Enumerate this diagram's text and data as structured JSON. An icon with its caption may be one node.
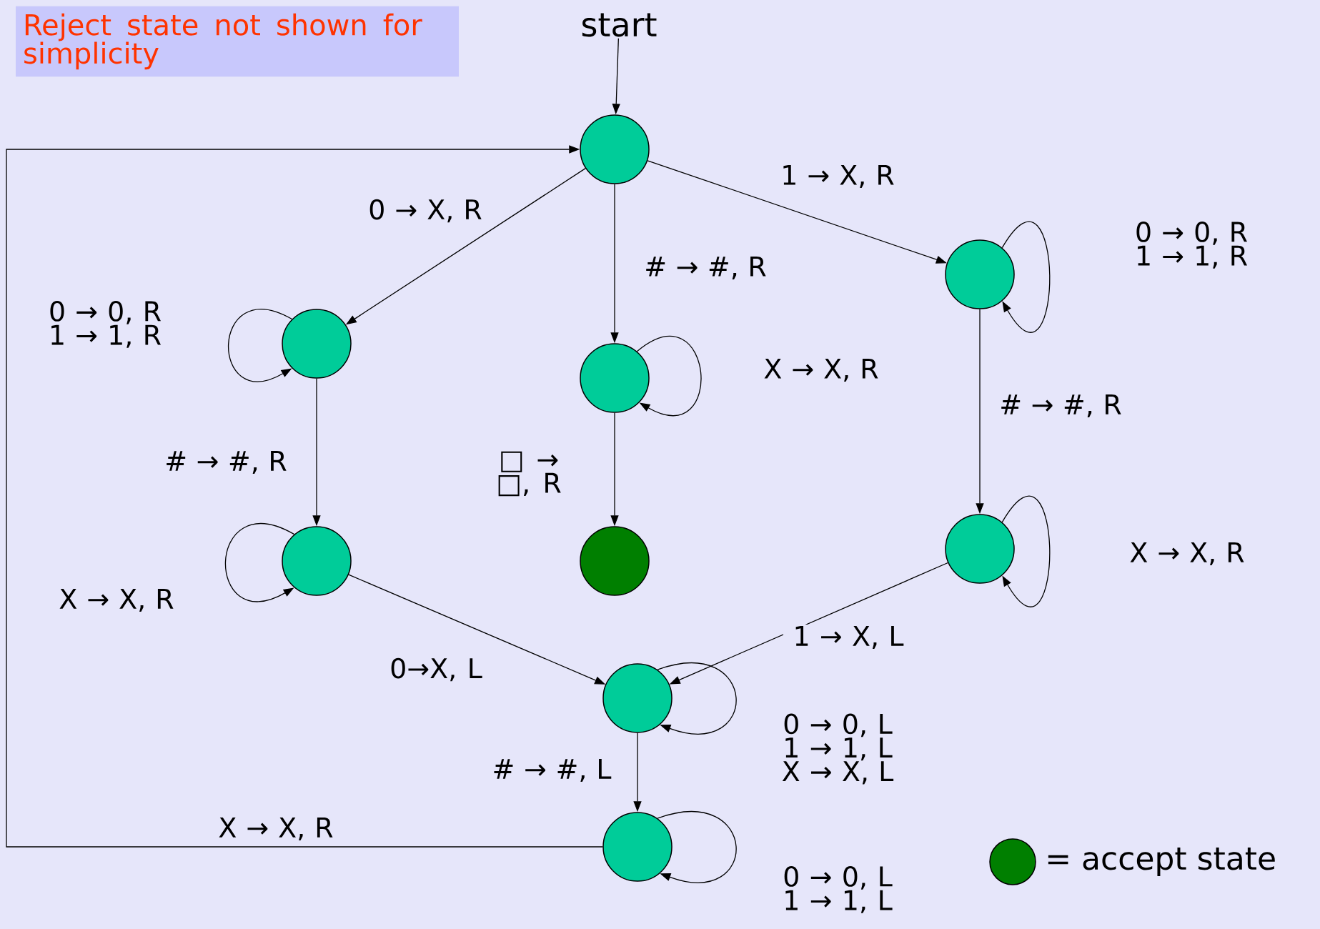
{
  "diagram": {
    "nodes": [
      {
        "text": [
          "Reject state not shown for simplicity"
        ]
      },
      {
        "text": [
          "start"
        ]
      },
      {
        "text": [],
        "shape": "circle"
      },
      {
        "text": [],
        "shape": "circle"
      },
      {
        "text": [],
        "shape": "circle"
      },
      {
        "text": [],
        "shape": "circle"
      },
      {
        "text": [],
        "shape": "circle"
      },
      {
        "text": [],
        "shape": "circle"
      },
      {
        "text": [],
        "shape": "circle"
      },
      {
        "text": [],
        "shape": "circle"
      },
      {
        "text": [],
        "shape": "circle"
      }
    ],
    "edges": [
      {
        "from": 1,
        "to": 2,
        "arrow": "to"
      },
      {
        "from": 2,
        "to": 3,
        "arrow": "to",
        "label": "0 → X, R"
      },
      {
        "from": 2,
        "to": 4,
        "arrow": "to",
        "label": "# → #, R"
      },
      {
        "from": 2,
        "to": 5,
        "arrow": "to",
        "label": "1 → X, R"
      },
      {
        "from": 3,
        "to": 3,
        "arrow": "to",
        "label": "0 → 0, R 1 → 1, R"
      },
      {
        "from": 3,
        "to": 6,
        "arrow": "to",
        "label": "# → #, R"
      },
      {
        "from": 4,
        "to": 4,
        "arrow": "to",
        "label": "X → X, R"
      },
      {
        "from": 4,
        "to": 7,
        "arrow": "to",
        "label": "□ → □, R"
      },
      {
        "from": 5,
        "to": 5,
        "arrow": "to",
        "label": "0 → 0, R 1 → 1, R"
      },
      {
        "from": 5,
        "to": 8,
        "arrow": "to",
        "label": "# → #, R"
      },
      {
        "from": 6,
        "to": 6,
        "arrow": "to",
        "label": "X → X, R"
      },
      {
        "from": 8,
        "to": 8,
        "arrow": "to",
        "label": "X → X, R"
      },
      {
        "from": 6,
        "to": 9,
        "arrow": "to",
        "label": "0→X, L"
      },
      {
        "from": 8,
        "to": 9,
        "arrow": "to",
        "label": "1 → X, L"
      },
      {
        "from": 9,
        "to": 9,
        "arrow": "to",
        "label": "0 → 0, L 1 → 1, L X → X, L"
      },
      {
        "from": 9,
        "to": 10,
        "arrow": "to",
        "label": "# → #, L"
      },
      {
        "from": 10,
        "to": 10,
        "arrow": "to",
        "label": "0 → 0, L 1 → 1, L"
      },
      {
        "from": 10,
        "to": 2,
        "arrow": "to",
        "label": "X → X, R"
      }
    ],
    "legend": [
      {
        "text": "= accept state",
        "color": "#007f00"
      }
    ]
  }
}
